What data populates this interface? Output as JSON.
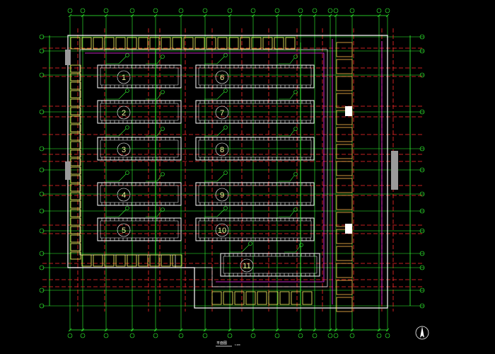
{
  "drawing": {
    "background": "#000000",
    "colors": {
      "grid_axis": "#33ff33",
      "column_line": "#ff2a2a",
      "wall": "#ffff66",
      "structure": "#ffffff",
      "magenta": "#ff33ff",
      "gray_block": "#9a9a9a"
    },
    "bays": [
      {
        "number": "1"
      },
      {
        "number": "2"
      },
      {
        "number": "3"
      },
      {
        "number": "4"
      },
      {
        "number": "5"
      },
      {
        "number": "6"
      },
      {
        "number": "7"
      },
      {
        "number": "8"
      },
      {
        "number": "9"
      },
      {
        "number": "10"
      },
      {
        "number": "11"
      }
    ],
    "title_block": {
      "label": "平面图",
      "scale": "1:100"
    },
    "north_arrow_icon": "north-arrow-icon"
  }
}
